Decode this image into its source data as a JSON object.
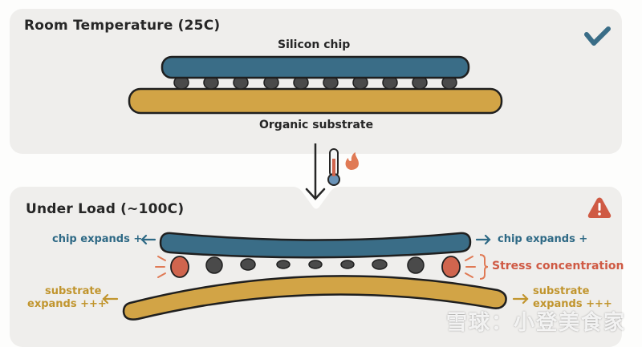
{
  "panels": {
    "top": {
      "title": "Room Temperature (25C)",
      "chip_label": "Silicon chip",
      "substrate_label": "Organic substrate",
      "status_icon": "checkmark-icon"
    },
    "bottom": {
      "title": "Under Load (~100C)",
      "chip_left": "chip expands +",
      "chip_right": "chip expands +",
      "stress_label": "Stress concentration",
      "substrate_left_1": "substrate",
      "substrate_left_2": "expands +++",
      "substrate_right_1": "substrate",
      "substrate_right_2": "expands +++",
      "status_icon": "warning-icon"
    }
  },
  "transition": {
    "arrow_icon": "arrow-down-icon",
    "thermometer_icon": "thermometer-icon",
    "flame_icon": "flame-icon"
  },
  "watermark": "雪球：小登美食家",
  "colors": {
    "chip": "#3a6d87",
    "substrate": "#d2a446",
    "bump": "#4a4a4a",
    "stress": "#d0654e",
    "check": "#3a6d87",
    "warning": "#cf5a44"
  }
}
